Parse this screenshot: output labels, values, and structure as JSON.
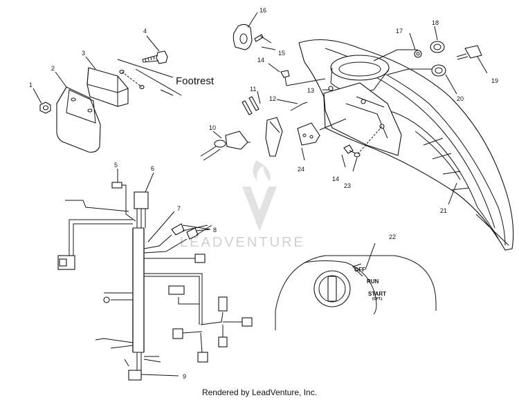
{
  "diagram": {
    "footrest_label": "Footrest",
    "callouts": {
      "c1": "1",
      "c2": "2",
      "c3": "3",
      "c4": "4",
      "c5": "5",
      "c6": "6",
      "c7": "7",
      "c8": "8",
      "c9": "9",
      "c10": "10",
      "c11": "11",
      "c12": "12",
      "c13": "13",
      "c14a": "14",
      "c14b": "14",
      "c15": "15",
      "c16": "16",
      "c17": "17",
      "c18": "18",
      "c19": "19",
      "c20": "20",
      "c21": "21",
      "c22": "22",
      "c23": "23",
      "c24": "24"
    },
    "switch_positions": {
      "off": "OFF",
      "run": "RUN",
      "start": "START",
      "start_sub": "(OPT.)"
    },
    "watermark": "LEADVENTURE"
  },
  "footer": {
    "credit": "Rendered by LeadVenture, Inc."
  }
}
